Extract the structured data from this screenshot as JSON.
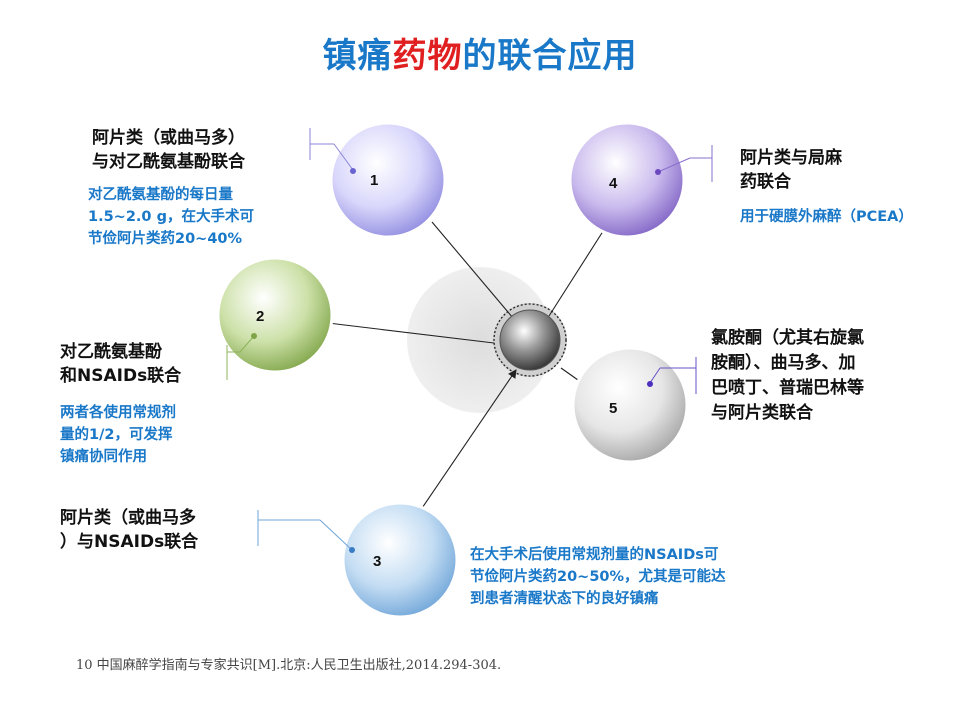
{
  "title": {
    "part1": "镇痛",
    "part2": "药物",
    "part3": "的联合应用"
  },
  "items": [
    {
      "number": "1",
      "label_lines": [
        "阿片类（或曲马多）",
        "与对乙酰氨基酚联合"
      ],
      "note_lines": [
        "对乙酰氨基酚的每日量",
        "1.5~2.0 g，在大手术可",
        "节俭阿片类药20~40%"
      ]
    },
    {
      "number": "2",
      "label_lines": [
        "对乙酰氨基酚",
        "和NSAIDs联合"
      ],
      "note_lines": [
        "两者各使用常规剂",
        "量的1/2，可发挥",
        "镇痛协同作用"
      ]
    },
    {
      "number": "3",
      "label_lines": [
        "阿片类（或曲马多",
        "）与NSAIDs联合"
      ],
      "note_lines": [
        "在大手术后使用常规剂量的NSAIDs可",
        "节俭阿片类药20~50%，尤其是可能达",
        "到患者清醒状态下的良好镇痛"
      ]
    },
    {
      "number": "4",
      "label_lines": [
        "阿片类与局麻",
        "药联合"
      ],
      "note_lines": [
        "用于硬膜外麻醉（PCEA）"
      ]
    },
    {
      "number": "5",
      "label_lines": [
        "氯胺酮（尤其右旋氯",
        "胺酮）、曲马多、加",
        "巴喷丁、普瑞巴林等",
        "与阿片类联合"
      ],
      "note_lines": []
    }
  ],
  "reference": "10 中国麻醉学指南与专家共识[M].北京:人民卫生出版社,2014.294-304.",
  "colors": {
    "title_blue": "#1a78c8",
    "title_red": "#e02020",
    "note_blue": "#1a78c8",
    "sphere1": "#b9b6f0",
    "sphere2": "#a6c872",
    "sphere3": "#9ec6ea",
    "sphere4": "#a993dc",
    "sphere5": "#cfcfcf"
  }
}
